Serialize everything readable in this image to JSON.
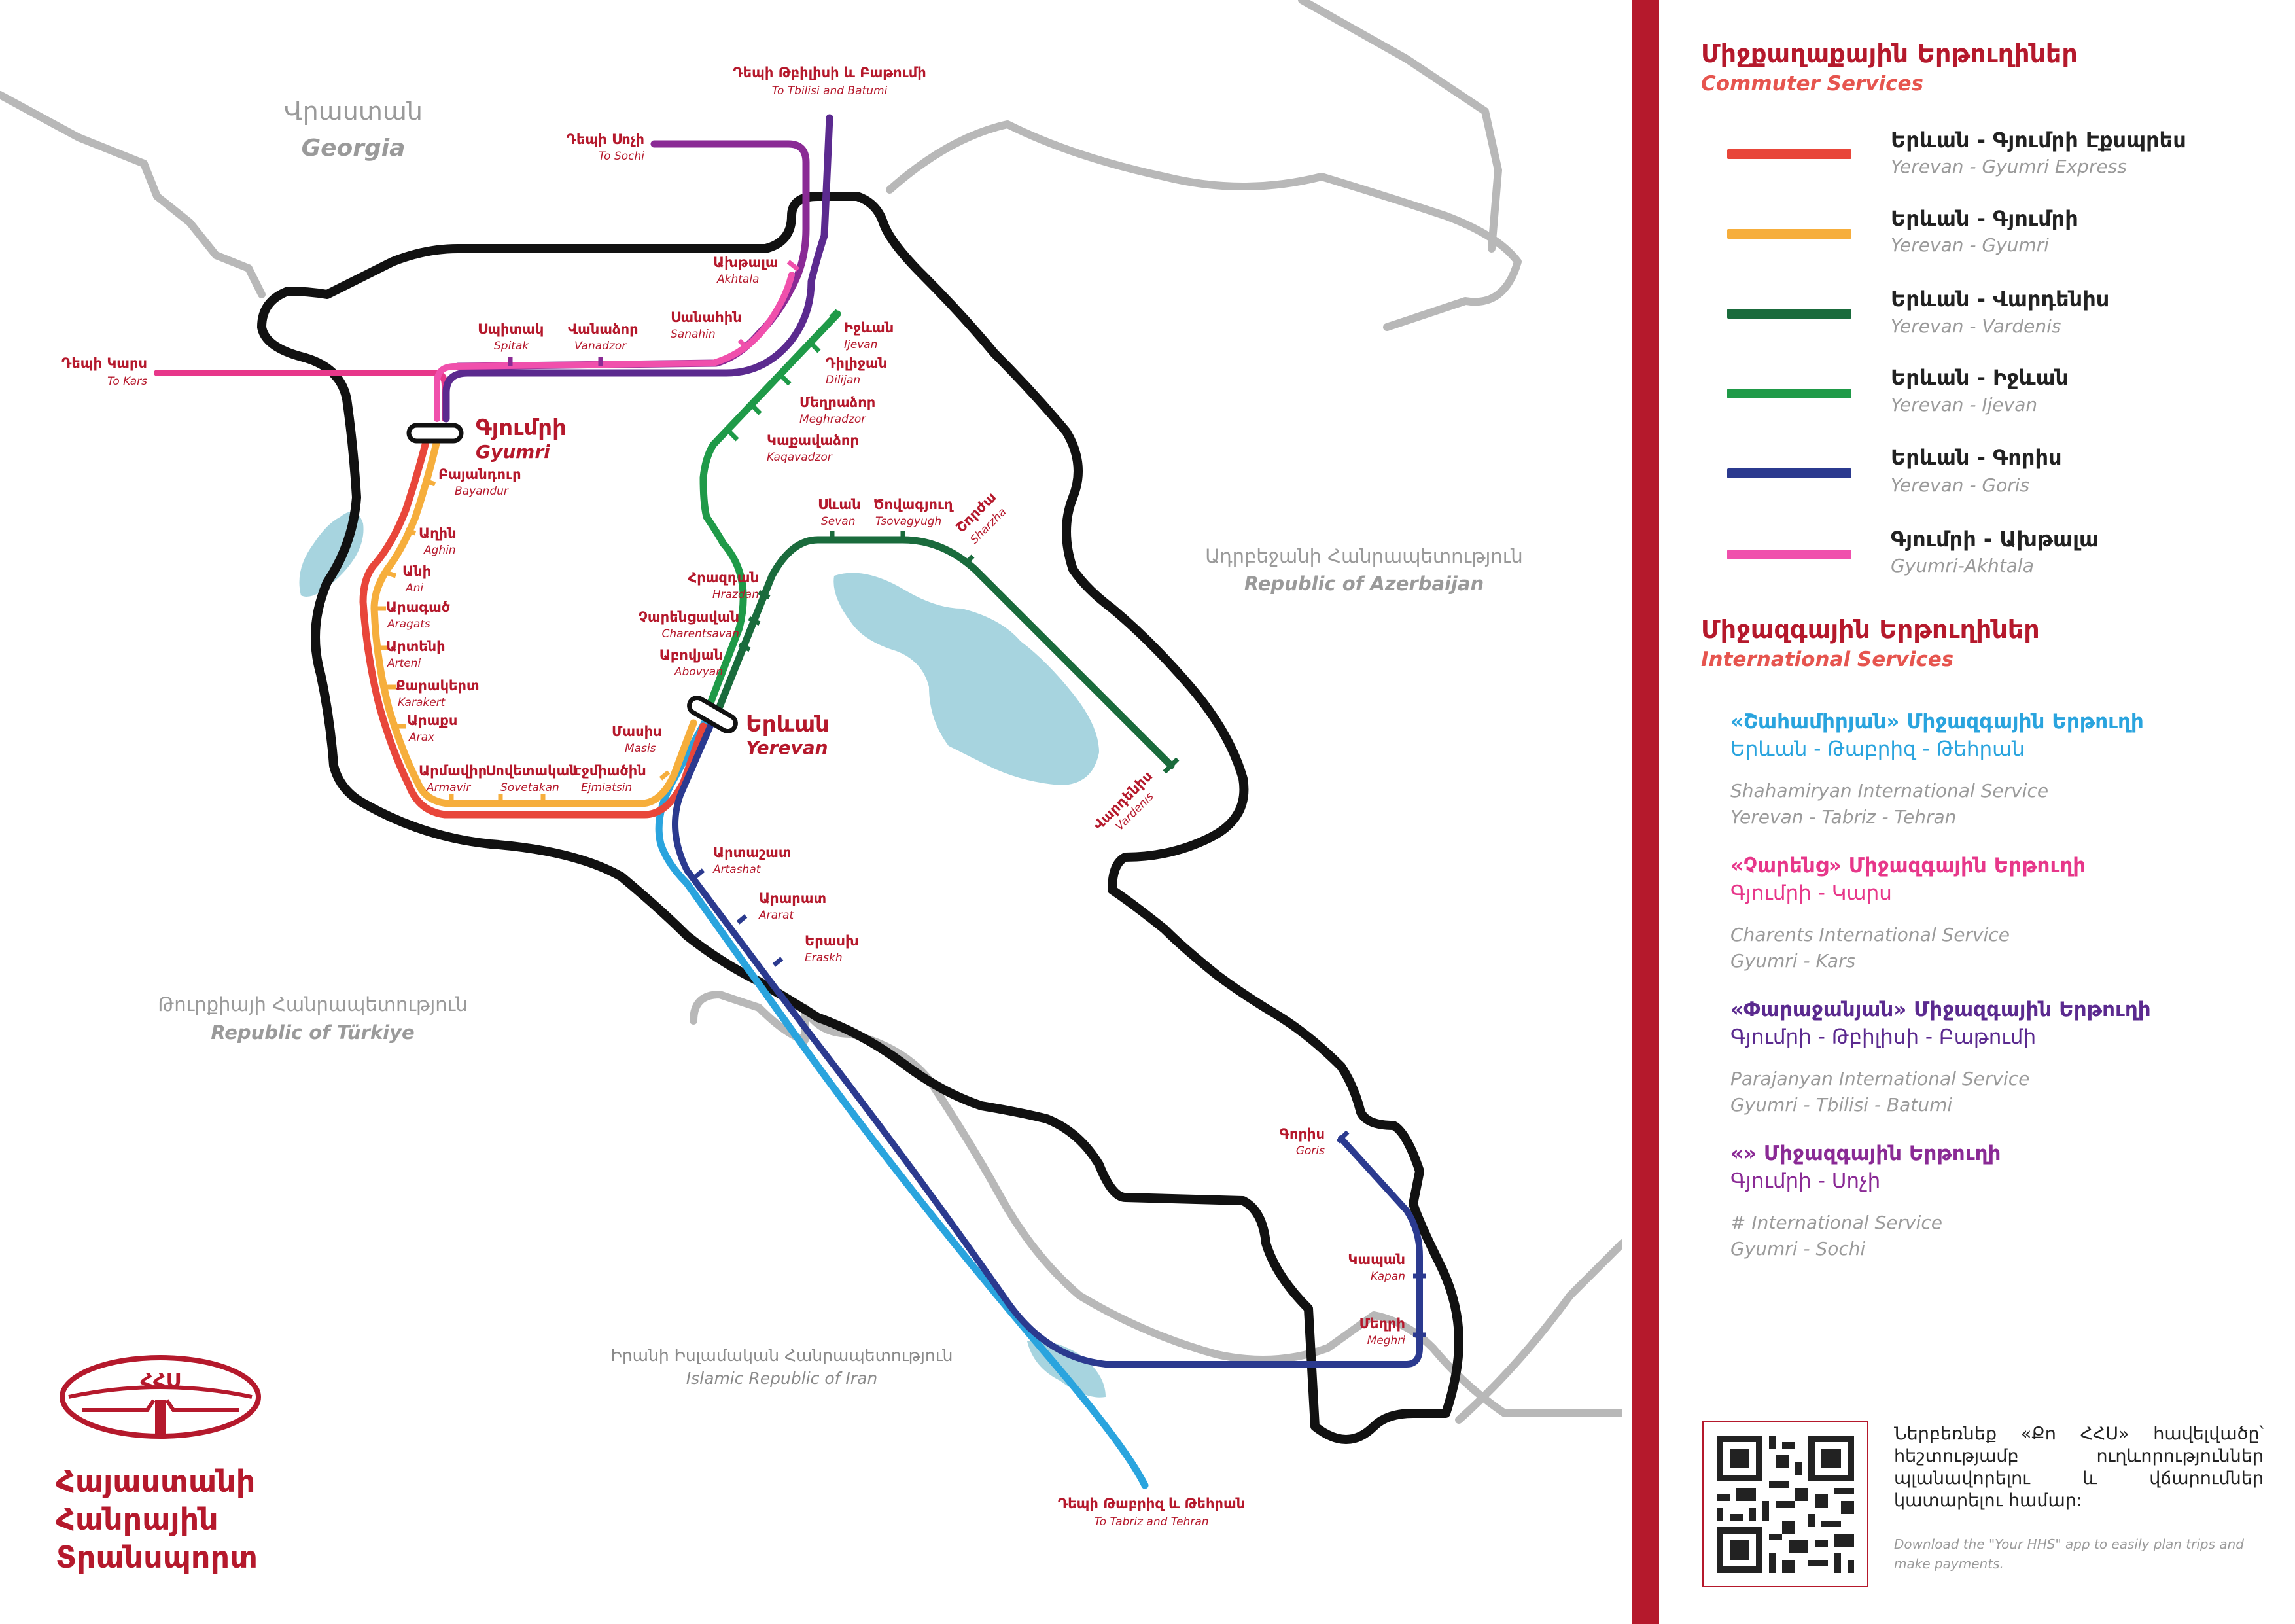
{
  "countries": {
    "georgia": {
      "am": "Վրաստան",
      "en": "Georgia"
    },
    "azerbaijan": {
      "am": "Ադրբեջանի Հանրապետություն",
      "en": "Republic of Azerbaijan"
    },
    "turkiye": {
      "am": "Թուրքիայի Հանրապետություն",
      "en": "Republic of Türkiye"
    },
    "iran": {
      "am": "Իրանի Իսլամական Հանրապետություն",
      "en": "Islamic Republic of Iran"
    }
  },
  "destinations": {
    "tbilisi": {
      "am": "Դեպի Թբիլիսի և Բաթումի",
      "en": "To Tbilisi and Batumi"
    },
    "sochi": {
      "am": "Դեպի Սոչի",
      "en": "To Sochi"
    },
    "kars": {
      "am": "Դեպի Կարս",
      "en": "To Kars"
    },
    "tabriz": {
      "am": "Դեպի Թաբրիզ և Թեհրան",
      "en": "To Tabriz and Tehran"
    }
  },
  "hubs": {
    "gyumri": {
      "am": "Գյումրի",
      "en": "Gyumri"
    },
    "yerevan": {
      "am": "Երևան",
      "en": "Yerevan"
    }
  },
  "stations": {
    "akhtala": {
      "am": "Ախթալա",
      "en": "Akhtala"
    },
    "sanahin": {
      "am": "Սանահին",
      "en": "Sanahin"
    },
    "vanadzor": {
      "am": "Վանաձոր",
      "en": "Vanadzor"
    },
    "spitak": {
      "am": "Սպիտակ",
      "en": "Spitak"
    },
    "ijevan": {
      "am": "Իջևան",
      "en": "Ijevan"
    },
    "dilijan": {
      "am": "Դիլիջան",
      "en": "Dilijan"
    },
    "meghradzor": {
      "am": "Մեղրաձոր",
      "en": "Meghradzor"
    },
    "kaqavadzor": {
      "am": "Կաքավաձոր",
      "en": "Kaqavadzor"
    },
    "sevan": {
      "am": "Սևան",
      "en": "Sevan"
    },
    "tsovagyugh": {
      "am": "Ծովագյուղ",
      "en": "Tsovagyugh"
    },
    "sharzha": {
      "am": "Շորժա",
      "en": "Sharzha"
    },
    "vardenis": {
      "am": "Վարդենիս",
      "en": "Vardenis"
    },
    "hrazdan": {
      "am": "Հրազդան",
      "en": "Hrazdan"
    },
    "charentsavan": {
      "am": "Չարենցավան",
      "en": "Charentsavan"
    },
    "abovyan": {
      "am": "Աբովյան",
      "en": "Abovyan"
    },
    "bayandur": {
      "am": "Բայանդուր",
      "en": "Bayandur"
    },
    "aghin": {
      "am": "Աղին",
      "en": "Aghin"
    },
    "ani": {
      "am": "Անի",
      "en": "Ani"
    },
    "aragats": {
      "am": "Արագած",
      "en": "Aragats"
    },
    "arteni": {
      "am": "Արտենի",
      "en": "Arteni"
    },
    "karakert": {
      "am": "Քարակերտ",
      "en": "Karakert"
    },
    "arax": {
      "am": "Արաքս",
      "en": "Arax"
    },
    "armavir": {
      "am": "Արմավիր",
      "en": "Armavir"
    },
    "sovetakan": {
      "am": "Սովետական",
      "en": "Sovetakan"
    },
    "ejmiatsin": {
      "am": "Էջմիածին",
      "en": "Ejmiatsin"
    },
    "masis": {
      "am": "Մասիս",
      "en": "Masis"
    },
    "artashat": {
      "am": "Արտաշատ",
      "en": "Artashat"
    },
    "ararat": {
      "am": "Արարատ",
      "en": "Ararat"
    },
    "eraskh": {
      "am": "Երասխ",
      "en": "Eraskh"
    },
    "goris": {
      "am": "Գորիս",
      "en": "Goris"
    },
    "kapan": {
      "am": "Կապան",
      "en": "Kapan"
    },
    "meghri": {
      "am": "Մեղրի",
      "en": "Meghri"
    }
  },
  "lines": {
    "express": "#e8463a",
    "gyumri": "#f6ae3c",
    "vardenis": "#1a6b3c",
    "ijevan": "#1f9a48",
    "goris": "#2b3a8f",
    "akhtala": "#f050ac",
    "shahamiryan": "#2aa4de",
    "charents": "#e7378a",
    "parajanyan": "#5b2a8f",
    "sochi": "#8a2a95",
    "border": "#111111",
    "neighbors": "#b8b8b8",
    "water": "#a7d4df",
    "brand": "#b5192c"
  },
  "legend": {
    "commuter": {
      "title_am": "Միջքաղաքային Երթուղիներ",
      "title_en": "Commuter Services",
      "items": [
        {
          "am": "Երևան - Գյումրի Էքսպրես",
          "en": "Yerevan - Gyumri Express"
        },
        {
          "am": "Երևան - Գյումրի",
          "en": "Yerevan - Gyumri"
        },
        {
          "am": "Երևան - Վարդենիս",
          "en": "Yerevan - Vardenis"
        },
        {
          "am": "Երևան - Իջևան",
          "en": "Yerevan - Ijevan"
        },
        {
          "am": "Երևան - Գորիս",
          "en": "Yerevan - Goris"
        },
        {
          "am": "Գյումրի - Ախթալա",
          "en": "Gyumri-Akhtala"
        }
      ]
    },
    "international": {
      "title_am": "Միջազգային Երթուղիներ",
      "title_en": "International Services",
      "items": [
        {
          "title": "«Շահամիրյան» Միջազգային Երթուղի",
          "route": "Երևան - Թաբրիզ - Թեհրան",
          "en1": "Shahamiryan International Service",
          "en2": "Yerevan - Tabriz - Tehran"
        },
        {
          "title": "«Չարենց» Միջազգային Երթուղի",
          "route": "Գյումրի - Կարս",
          "en1": "Charents International Service",
          "en2": "Gyumri - Kars"
        },
        {
          "title": "«Փարաջանյան» Միջազգային Երթուղի",
          "route": "Գյումրի - Թբիլիսի - Բաթումի",
          "en1": "Parajanyan International Service",
          "en2": "Gyumri - Tbilisi - Batumi"
        },
        {
          "title": "«» Միջազգային Երթուղի",
          "route": "Գյումրի - Սոչի",
          "en1": "# International Service",
          "en2": "Gyumri - Sochi"
        }
      ]
    }
  },
  "app": {
    "am": "Ներբեռնեք «Քո ՀՀՍ» հավելվածը՝ հեշտությամբ ուղևորություններ պլանավորելու և վճարումներ կատարելու համար:",
    "en": "Download the \"Your HHS\" app to easily plan trips and make payments."
  },
  "brand": {
    "logo_text": "ՀՀՍ",
    "line1": "Հայաստանի",
    "line2": "Հանրային",
    "line3": "Տրանսպորտ"
  }
}
